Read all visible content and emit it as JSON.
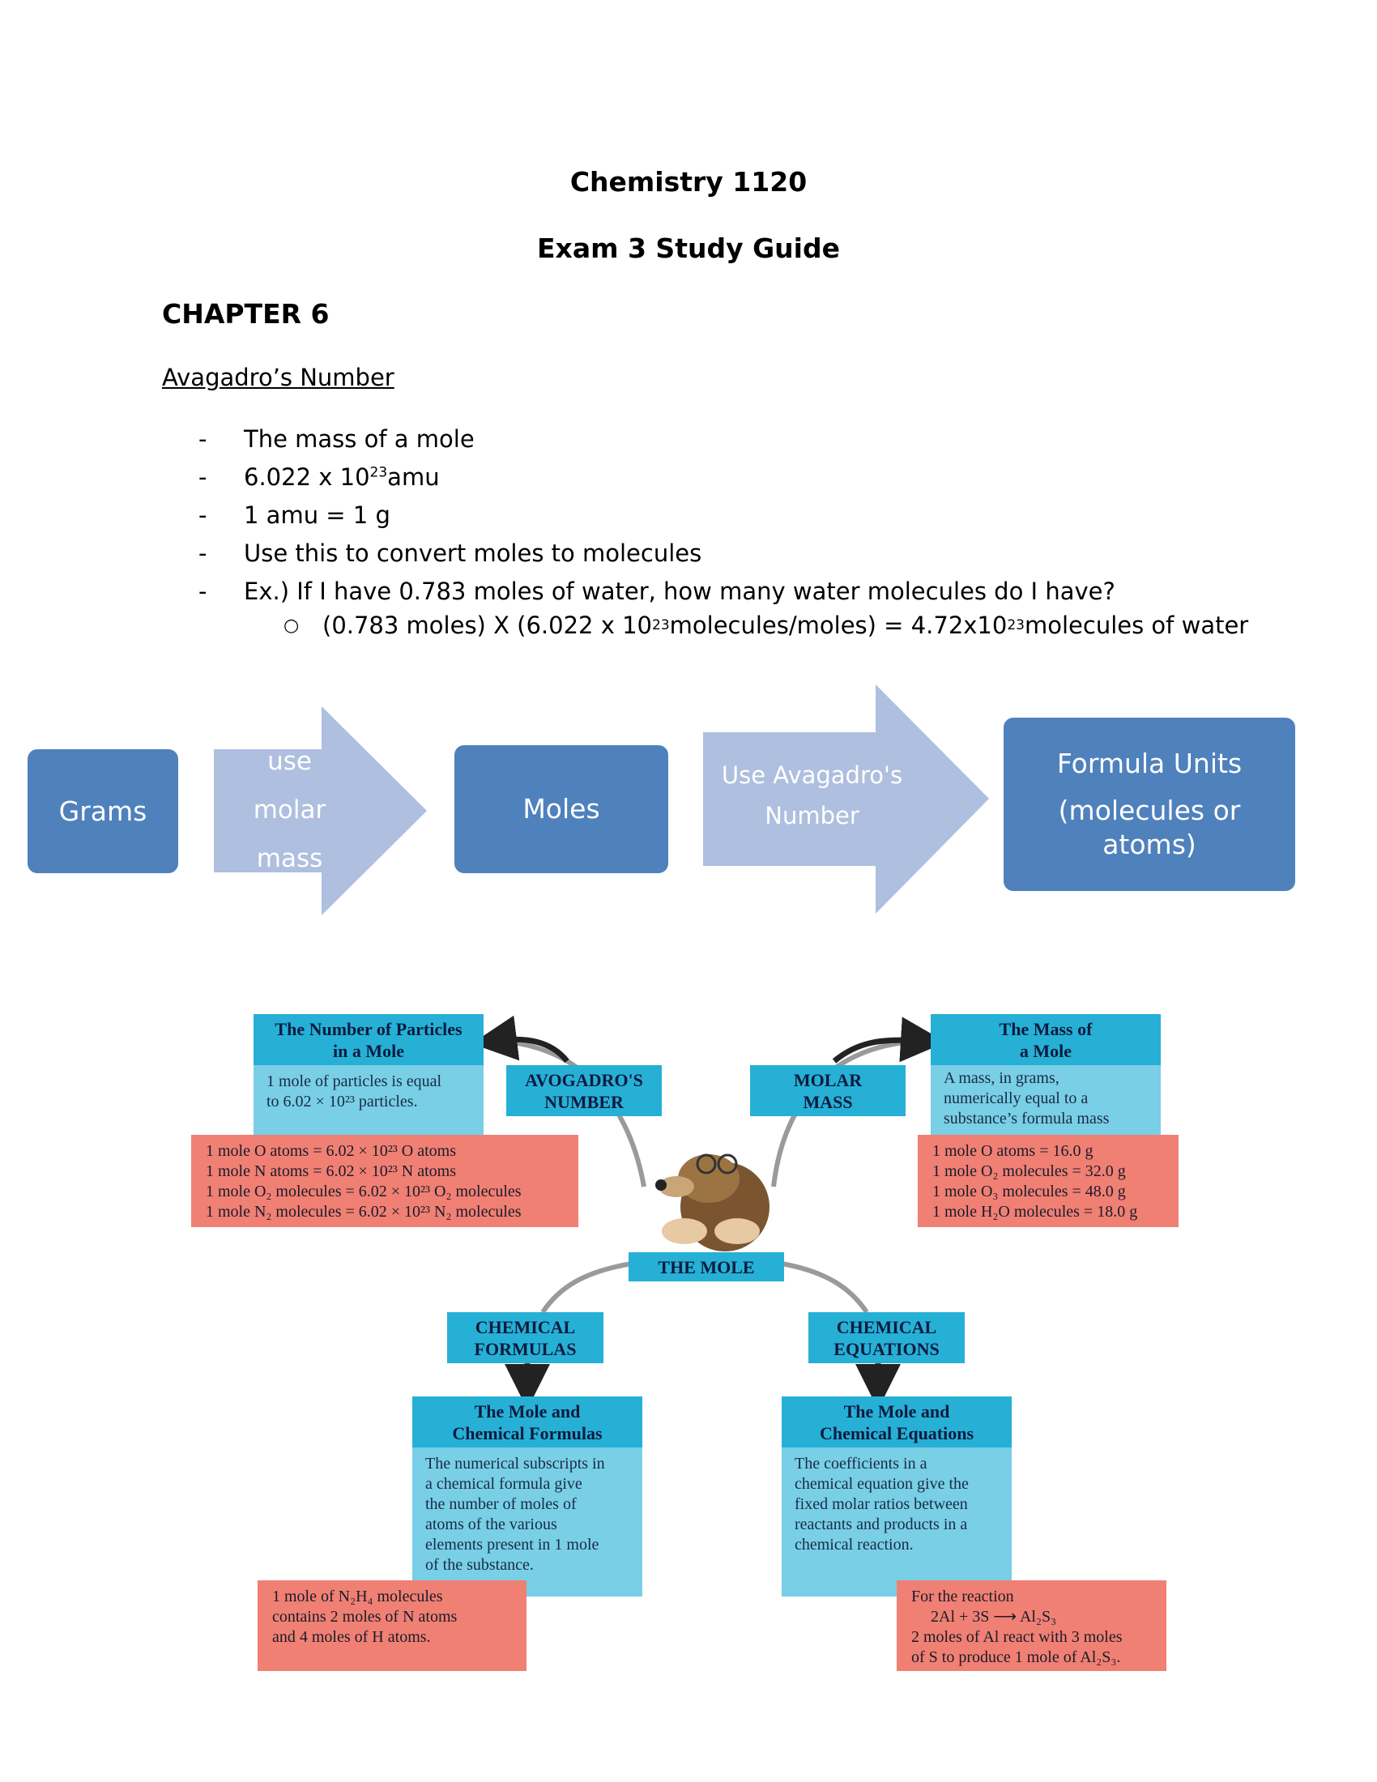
{
  "header": {
    "course": "Chemistry 1120",
    "subtitle": "Exam 3 Study Guide",
    "chapter": "CHAPTER 6",
    "section": "Avagadro’s Number"
  },
  "bullets": [
    "The mass of a mole",
    "amu",
    "1 amu = 1 g",
    "Use this to convert moles to molecules",
    "Ex.) If I have 0.783 moles of water, how many water molecules do I have?"
  ],
  "bullet2": {
    "base": "6.022 x 10",
    "exp": "23"
  },
  "sub_bullet": {
    "part1": "(0.783 moles)  X (6.022 x 10",
    "exp1": "23",
    "part2": " molecules/moles) = 4.72x10",
    "exp2": "23",
    "part3": " molecules of water"
  },
  "flow": {
    "box1": "Grams",
    "arrow1": [
      "use",
      "molar",
      "mass"
    ],
    "box2": "Moles",
    "arrow2": [
      "Use Avagadro's",
      "Number"
    ],
    "box3": [
      "Formula Units",
      "(molecules or",
      "atoms)"
    ]
  },
  "concept_map": {
    "particles_title": [
      "The Number of Particles",
      "in a Mole"
    ],
    "particles_body": [
      "1 mole of particles is equal",
      "to 6.02 × 10²³ particles."
    ],
    "particles_examples": [
      "1 mole O atoms = 6.02 × 10²³ O atoms",
      "1 mole N atoms = 6.02 × 10²³ N atoms",
      "1 mole O₂ molecules = 6.02 × 10²³ O₂ molecules",
      "1 mole N₂ molecules = 6.02 × 10²³ N₂ molecules"
    ],
    "avogadro_label": [
      "AVOGADRO'S",
      "NUMBER"
    ],
    "molar_label": [
      "MOLAR",
      "MASS"
    ],
    "mass_title": [
      "The Mass of",
      "a Mole"
    ],
    "mass_body": [
      "A mass, in grams,",
      "numerically equal to a",
      "substance’s formula mass"
    ],
    "mass_examples": [
      "1 mole O atoms = 16.0 g",
      "1 mole O₂ molecules = 32.0 g",
      "1 mole O₃ molecules = 48.0 g",
      "1 mole H₂O molecules = 18.0 g"
    ],
    "center_label": "THE MOLE",
    "formulas_label": [
      "CHEMICAL",
      "FORMULAS"
    ],
    "equations_label": [
      "CHEMICAL",
      "EQUATIONS"
    ],
    "formulas_title": [
      "The Mole and",
      "Chemical Formulas"
    ],
    "formulas_body": [
      "The numerical subscripts in",
      "a chemical formula give",
      "the number of moles of",
      "atoms of the various",
      "elements present in 1 mole",
      "of the substance."
    ],
    "formulas_example": [
      "1 mole of N₂H₄ molecules",
      "contains 2 moles of N atoms",
      "and 4 moles of H atoms."
    ],
    "equations_title": [
      "The Mole and",
      "Chemical Equations"
    ],
    "equations_body": [
      "The coefficients in a",
      "chemical equation give the",
      "fixed molar ratios between",
      "reactants and products in a",
      "chemical reaction."
    ],
    "equations_example": [
      "For the reaction",
      "2Al + 3S ⟶ Al₂S₃",
      "2 moles of Al react with 3 moles",
      "of S to produce 1 mole of Al₂S₃."
    ]
  }
}
